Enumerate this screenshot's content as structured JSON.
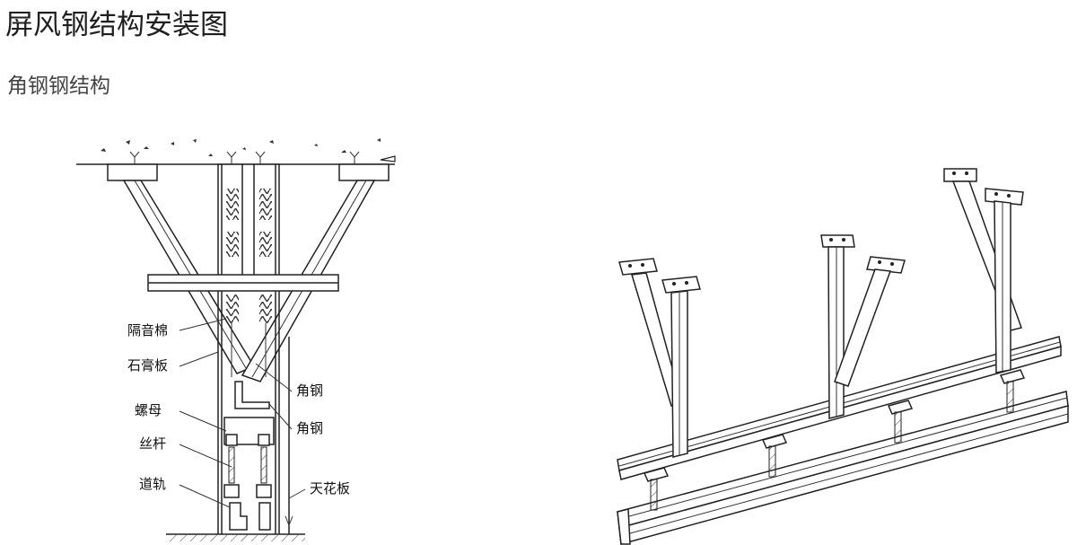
{
  "header": {
    "title": "屏风钢结构安装图",
    "subtitle": "角钢钢结构"
  },
  "section_diagram": {
    "labels": {
      "insulation": "隔音棉",
      "gypsum_board": "石膏板",
      "angle_steel_1": "角钢",
      "nut": "螺母",
      "angle_steel_2": "角钢",
      "threaded_rod": "丝杆",
      "track": "道轨",
      "ceiling": "天花板"
    }
  }
}
